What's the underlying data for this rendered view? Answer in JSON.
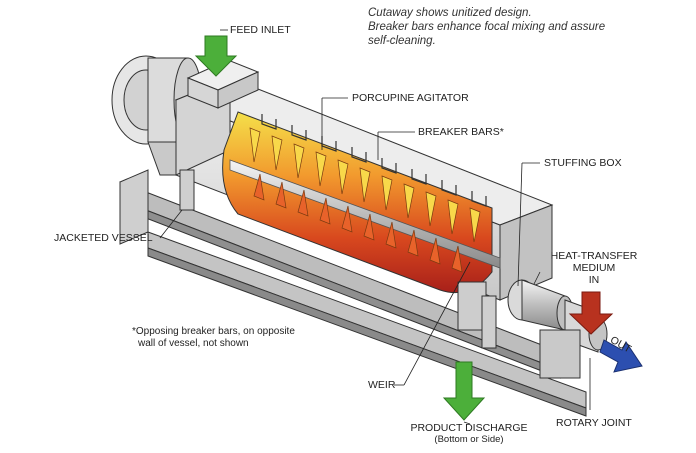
{
  "caption": {
    "line1": "Cutaway shows unitized design.",
    "line2": "Breaker bars enhance focal mixing and assure",
    "line3": "self-cleaning."
  },
  "labels": {
    "feed_inlet": "FEED INLET",
    "porcupine_agitator": "PORCUPINE AGITATOR",
    "breaker_bars": "BREAKER BARS*",
    "stuffing_box": "STUFFING BOX",
    "jacketed_vessel": "JACKETED VESSEL",
    "heat_transfer_line1": "HEAT-TRANSFER",
    "heat_transfer_line2": "MEDIUM",
    "heat_transfer_line3": "IN",
    "out": "OUT",
    "weir": "WEIR",
    "rotary_joint": "ROTARY JOINT",
    "product_discharge": "PRODUCT DISCHARGE",
    "product_discharge_sub": "(Bottom or Side)"
  },
  "footnote": {
    "line1": "*Opposing breaker bars, on opposite",
    "line2": "wall of vessel, not shown"
  },
  "colors": {
    "green_arrow": "#4caf3a",
    "red_arrow": "#b8321f",
    "blue_arrow": "#2c4fb0",
    "heat_hot": "#c0281a",
    "heat_mid": "#ee7a28",
    "heat_cool": "#f2d23a",
    "metal": "#d9d9d9",
    "outline": "#333333"
  }
}
